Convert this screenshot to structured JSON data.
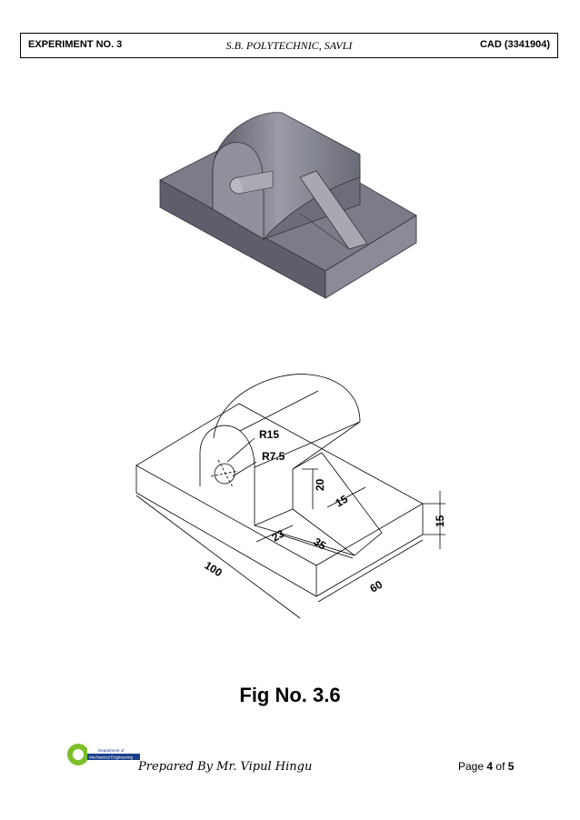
{
  "header": {
    "experiment": "EXPERIMENT NO. 3",
    "institute": "S.B. POLYTECHNIC, SAVLI",
    "subject": "CAD (3341904)"
  },
  "figure": {
    "caption": "Fig No. 3.6",
    "dimensions": {
      "r15": "R15",
      "r7_5": "R7.5",
      "d20": "20",
      "d15_slant": "15",
      "d15_height": "15",
      "d23": "23",
      "d35": "35",
      "d100": "100",
      "d60": "60"
    }
  },
  "footer": {
    "logo_top": "Department of",
    "logo_bottom": "Mechanical Engineering",
    "prepared": "Prepared By Mr. Vipul Hingu",
    "page_word": "Page",
    "page_current": "4",
    "page_of": "of",
    "page_total": "5"
  }
}
